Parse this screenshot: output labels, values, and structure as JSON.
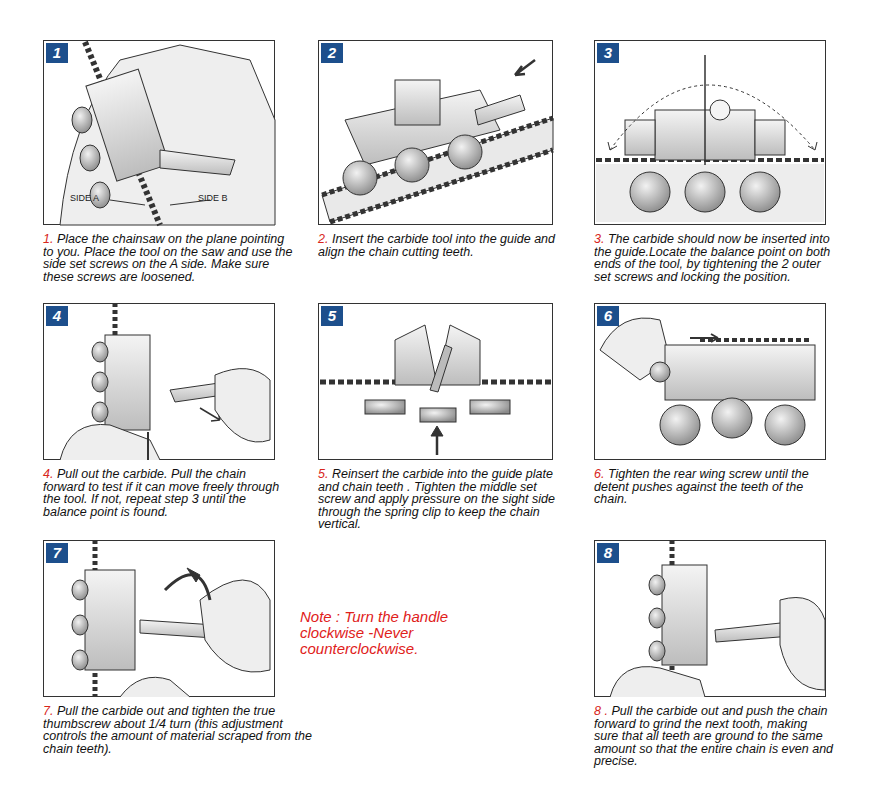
{
  "diagram": {
    "nodes": [
      {
        "text": [
          "1.",
          "Place the chainsaw on the plane pointing to you. Place the tool on the saw and use the side set screws on the A side. Make sure these screws are loosened."
        ]
      },
      {
        "text": [
          "1"
        ],
        "in": 0
      },
      {
        "text": [
          "2.",
          "Insert the carbide tool into the guide and align the chain cutting teeth."
        ]
      },
      {
        "text": [
          "2"
        ],
        "in": 2
      },
      {
        "text": [
          "3.",
          "The carbide should now be inserted into the guide.Locate the balance point on both ends of the tool, by tightening the 2 outer set screws and locking the position."
        ]
      },
      {
        "text": [
          "3"
        ],
        "in": 4
      },
      {
        "text": [
          "4.",
          "Pull out the carbide. Pull the chain forward to test if it can move freely through the tool. If not, repeat step 3 until the balance point is found."
        ]
      },
      {
        "text": [
          "4"
        ],
        "in": 6
      },
      {
        "text": [
          "5.",
          "Reinsert the carbide into the guide plate and chain teeth . Tighten the middle set screw and apply pressure on the sight side through the spring clip to keep the chain vertical."
        ]
      },
      {
        "text": [
          "5"
        ],
        "in": 8
      },
      {
        "text": [
          "6.",
          "Tighten the rear wing screw until the detent pushes against the teeth of the chain."
        ]
      },
      {
        "text": [
          "6"
        ],
        "in": 10
      },
      {
        "text": [
          "7.",
          "Pull the carbide out and tighten the true thumbscrew about 1/4 turn (this adjustment controls the amount of material scraped from the chain teeth)."
        ]
      },
      {
        "text": [
          "7"
        ],
        "in": 12
      },
      {
        "text": [
          "8 .",
          "Pull the carbide out and push the chain forward to grind the next tooth, making sure that all teeth are ground to the same amount so that the entire chain is even and precise."
        ]
      },
      {
        "text": [
          "8"
        ],
        "in": 14
      }
    ],
    "labels": [
      "SIDE A",
      "SIDE B",
      "Note : Turn the handle clockwise -Never counterclockwise."
    ]
  }
}
